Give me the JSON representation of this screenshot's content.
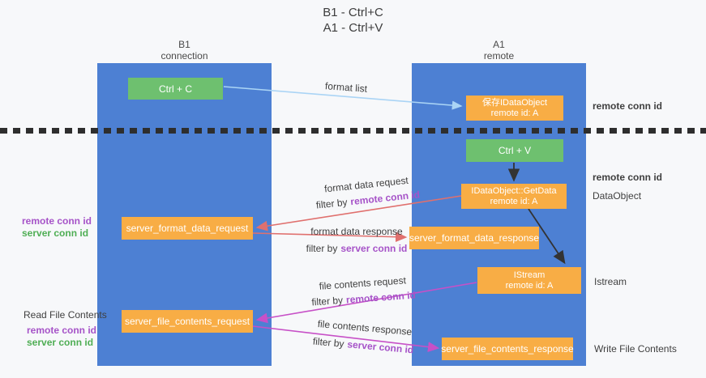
{
  "title": {
    "line1": "B1 - Ctrl+C",
    "line2": "A1 - Ctrl+V"
  },
  "columns": {
    "left": {
      "id": "B1",
      "subtitle": "connection"
    },
    "right": {
      "id": "A1",
      "subtitle": "remote"
    }
  },
  "nodes": {
    "ctrl_c": "Ctrl + C",
    "ctrl_v": "Ctrl + V",
    "save_idataobject": {
      "line1": "保存IDataObject",
      "line2": "remote id: A"
    },
    "getdata": {
      "line1": "IDataObject::GetData",
      "line2": "remote id: A"
    },
    "istream": {
      "line1": "IStream",
      "line2": "remote id: A"
    },
    "server_format_data_request": "server_format_data_request",
    "server_format_data_response": "server_format_data_response",
    "server_file_contents_request": "server_file_contents_request",
    "server_file_contents_response": "server_file_contents_response"
  },
  "edge_labels": {
    "format_list": "format list",
    "format_data_request": "format data request",
    "format_data_request_filter_prefix": "filter by",
    "format_data_request_filter_key": "remote conn id",
    "format_data_response": "format data response",
    "format_data_response_filter_prefix": "filter by",
    "format_data_response_filter_key": "server conn id",
    "file_contents_request": "file contents request",
    "file_contents_request_filter_prefix": "filter by",
    "file_contents_request_filter_key": "remote conn id",
    "file_contents_response": "file contents response",
    "file_contents_response_filter_prefix": "filter by",
    "file_contents_response_filter_key": "server conn id"
  },
  "side_labels": {
    "right_top_remote_conn_id": "remote conn id",
    "right_mid_remote_conn_id": "remote conn id",
    "right_dataobject": "DataObject",
    "right_istream": "Istream",
    "right_write_file_contents": "Write File Contents",
    "left_remote_conn_id_1": "remote conn id",
    "left_server_conn_id_1": "server conn id",
    "left_read_file_contents": "Read File Contents",
    "left_remote_conn_id_2": "remote conn id",
    "left_server_conn_id_2": "server conn id"
  },
  "colors": {
    "lane_blue": "#4d80d3",
    "box_green": "#6ec06f",
    "box_orange": "#f8ad45",
    "arrow_red": "#e0706e",
    "arrow_magenta": "#c750c7",
    "arrow_light_blue": "#aad4f5",
    "arrow_black": "#333333",
    "label_purple": "#a653c8",
    "label_green": "#4fae54",
    "background": "#f7f8fa"
  }
}
